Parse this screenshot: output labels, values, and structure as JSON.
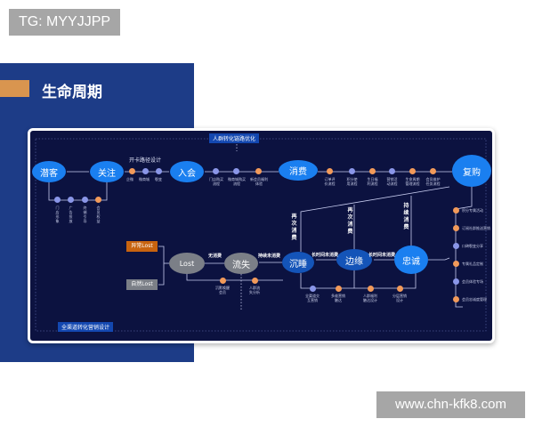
{
  "watermark_top": "TG: MYYJJPP",
  "watermark_bottom": "www.chn-kfk8.com",
  "page_title": "生命周期",
  "colors": {
    "panel_blue": "#1d3c87",
    "accent_orange": "#d9954f",
    "card_bg": "#0c1240",
    "node_blue": "#1a7ff0",
    "node_gray": "#7b7f87",
    "dot_orange": "#f29a5a",
    "dot_purple": "#8a96e8"
  },
  "diagram": {
    "top_tag": "人群转化链路优化",
    "bottom_tag": "全渠道转化营销设计",
    "nodes": {
      "qianke": "潜客",
      "guanzhu": "关注",
      "ruhui": "入会",
      "xiaofei": "消费",
      "fugou": "复购",
      "zhongcheng": "忠诚",
      "bianyuan": "边缘",
      "chenshui": "沉睡",
      "liushi": "流失",
      "lost": "Lost"
    },
    "lost_types": {
      "abnormal": "异常Lost",
      "natural": "自然Lost"
    },
    "card_path_label": "开卡路径设计",
    "card_path_steps": [
      "企微",
      "微商城",
      "裂变"
    ],
    "prospect_steps": [
      "门店形象",
      "广告投放",
      "终端引导",
      "会员权益"
    ],
    "join_steps": [
      "门店购买流程",
      "微商城购买流程",
      "新会员福利体验"
    ],
    "consume_steps": [
      "订单评价流程",
      "积分使用流程",
      "生日福利流程",
      "营销活动流程",
      "生命周期管理流程",
      "会员维护任务流程"
    ],
    "repurchase_steps": [
      "积分专属活动",
      "订阅社群推送营销",
      "口碑裂变分享",
      "专属礼品定制",
      "会员体验专场",
      "会员忠诚度管理"
    ],
    "bottom_steps": [
      "全渠道交互营销",
      "多维营销触达",
      "人群福利触达设计",
      "分层营销设计"
    ],
    "lost_steps": [
      "沉默唤醒会员",
      "人群流失分析"
    ],
    "edge_labels": {
      "no_consume": "无消费",
      "keep_no_consume": "持续未消费",
      "long_no_consume_1": "长时间未消费",
      "long_no_consume_2": "长时间未消费",
      "again_1": "再次消费",
      "again_2": "再次消费",
      "keep_consume": "持续消费"
    }
  }
}
